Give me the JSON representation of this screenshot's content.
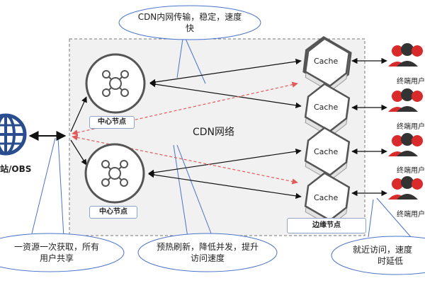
{
  "network_label": "CDN网络",
  "center_nodes": [
    {
      "label": "中心节点"
    },
    {
      "label": "中心节点"
    }
  ],
  "edge_group_label": "边缘节点",
  "cache_nodes": [
    {
      "label": "Cache"
    },
    {
      "label": "Cache"
    },
    {
      "label": "Cache"
    },
    {
      "label": "Cache"
    }
  ],
  "users": [
    {
      "label": "终端用户"
    },
    {
      "label": "终端用户"
    },
    {
      "label": "终端用户"
    },
    {
      "label": "终端用户"
    }
  ],
  "origin_label": "站/OBS",
  "callouts": {
    "top": {
      "line1": "CDN内网传输，稳定，速度",
      "line2": "快"
    },
    "bottom_left": {
      "line1": "一资源一次获取，所有",
      "line2": "用户共享"
    },
    "bottom_center": {
      "line1": "预热刷新，降低并发，提升",
      "line2": "访问速度"
    },
    "bottom_right": {
      "line1": "就近访问，速度",
      "line2": "时延低"
    }
  },
  "colors": {
    "solid_arrow": "#111111",
    "dashed_arrow": "#e35a5a",
    "callout_stroke": "#4a73c9",
    "user_red": "#d92b2b",
    "globe_blue": "#2a4d8f"
  }
}
